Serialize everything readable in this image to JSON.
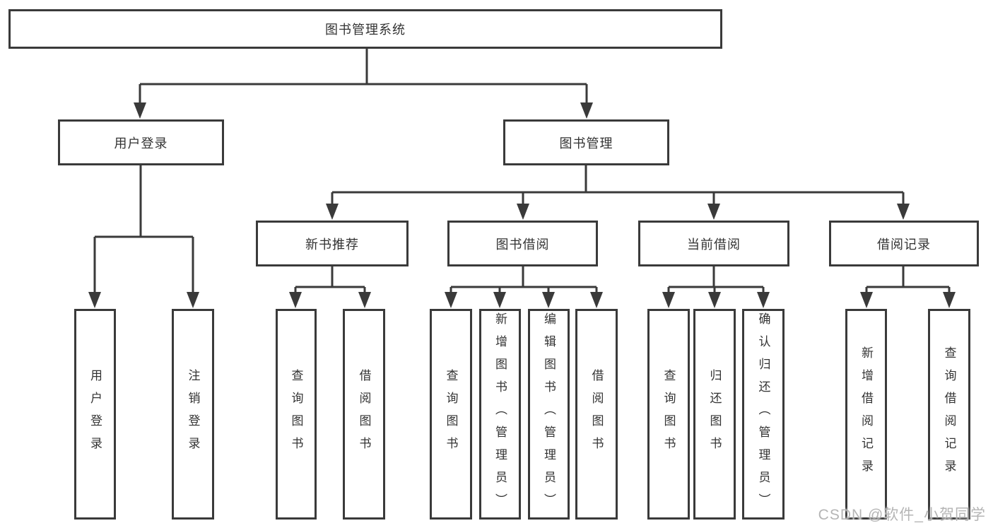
{
  "diagram": {
    "title": "图书管理系统",
    "root": {
      "label": "图书管理系统"
    },
    "level1": [
      {
        "label": "用户登录"
      },
      {
        "label": "图书管理"
      }
    ],
    "level2": [
      {
        "label": "新书推荐"
      },
      {
        "label": "图书借阅"
      },
      {
        "label": "当前借阅"
      },
      {
        "label": "借阅记录"
      }
    ],
    "leaves": [
      {
        "label": "用户登录"
      },
      {
        "label": "注销登录"
      },
      {
        "label": "查询图书"
      },
      {
        "label": "借阅图书"
      },
      {
        "label": "查询图书"
      },
      {
        "label": "新增图书（管理员）"
      },
      {
        "label": "编辑图书（管理员）"
      },
      {
        "label": "借阅图书"
      },
      {
        "label": "查询图书"
      },
      {
        "label": "归还图书"
      },
      {
        "label": "确认归还（管理员）"
      },
      {
        "label": "新增借阅记录"
      },
      {
        "label": "查询借阅记录"
      }
    ]
  },
  "watermark": {
    "text": "CSDN @软件_小贺同学"
  },
  "colors": {
    "line": "#3a3a3a",
    "text": "#333333",
    "watermark": "#b5b5b5",
    "background": "#ffffff"
  }
}
